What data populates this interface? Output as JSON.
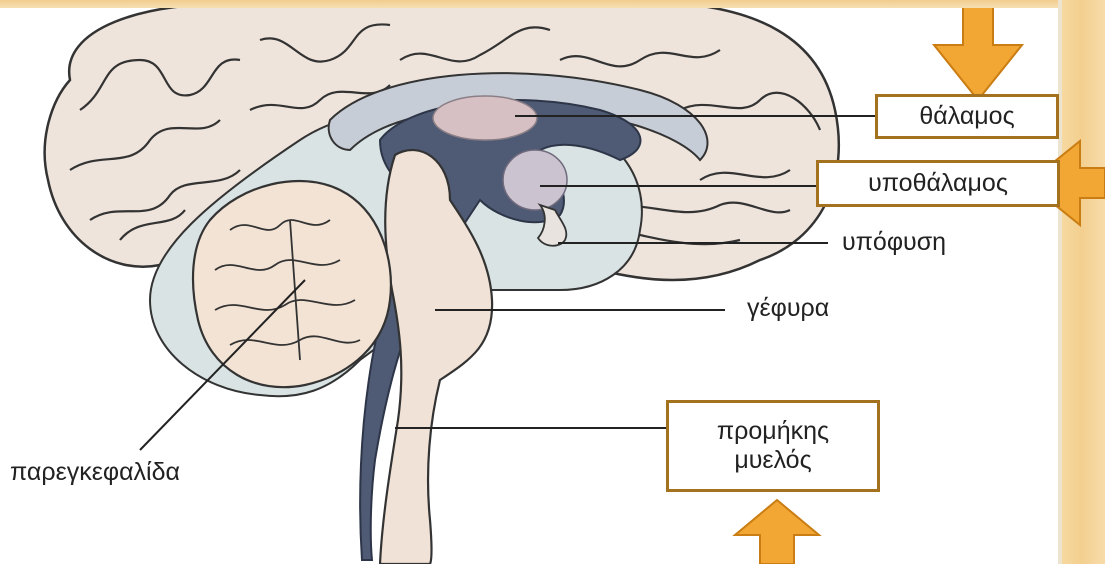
{
  "diagram": {
    "labels": {
      "thalamus": "θάλαμος",
      "hypothalamus": "υποθάλαμος",
      "pituitary": "υπόφυση",
      "pons": "γέφυρα",
      "medulla_line1": "προμήκης",
      "medulla_line2": "μυελός",
      "cerebellum": "παρεγκεφαλίδα"
    },
    "colors": {
      "cortex": "#efe4dc",
      "brainstem": "#f0e2d6",
      "ventricle": "#4f5b74",
      "corpus_callosum": "#c7cdd6",
      "interior": "#d9e3e3",
      "thalamus": "#d7c0c3",
      "box_border": "#a4711f",
      "arrow": "#f2a633",
      "arrow_outline": "#c97d12"
    },
    "icons": [
      "arrow-down-icon",
      "arrow-left-icon",
      "arrow-up-icon"
    ]
  }
}
